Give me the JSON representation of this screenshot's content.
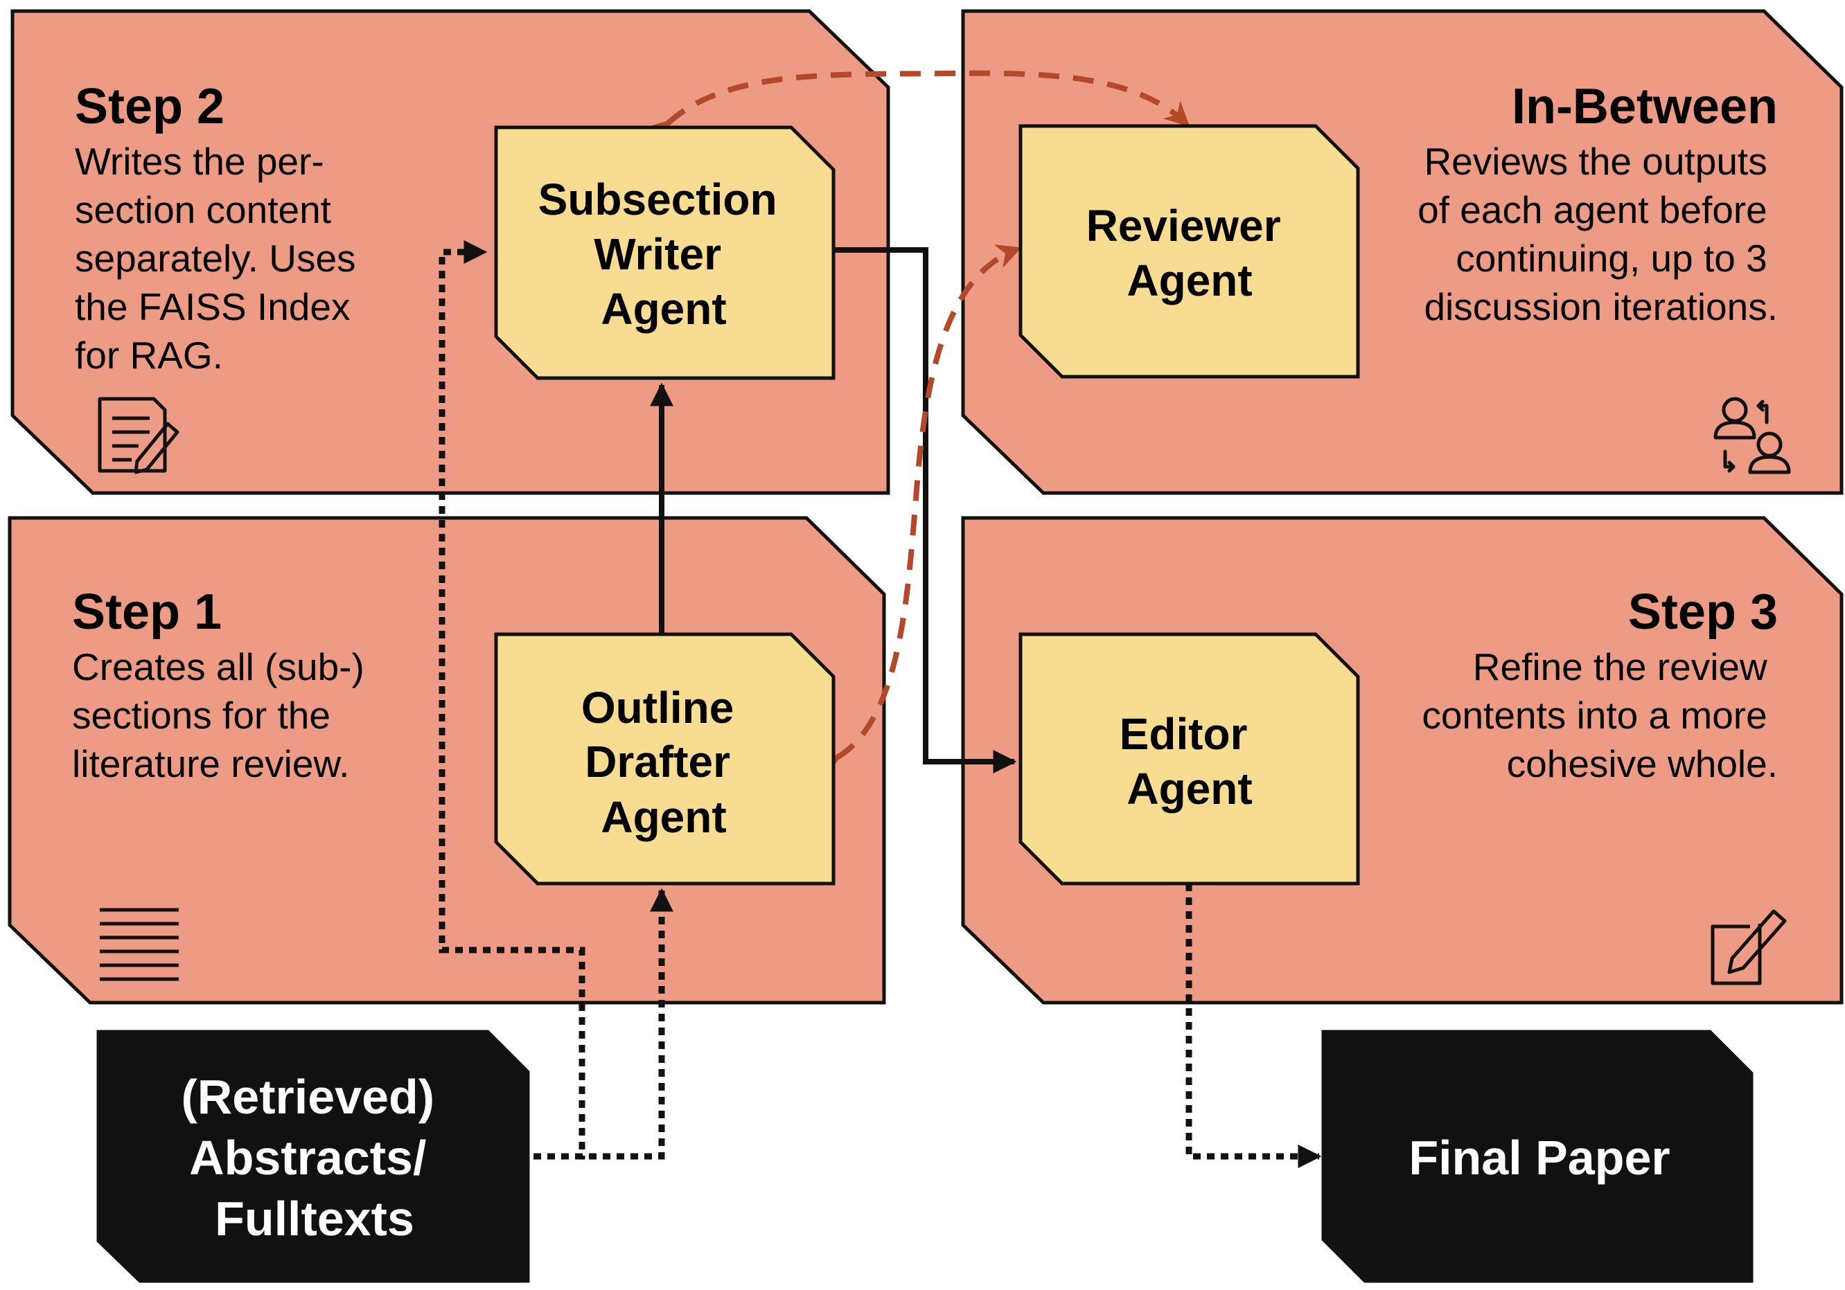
{
  "colors": {
    "panel_fill": "#ee9b86",
    "agent_fill": "#f8dc92",
    "io_fill": "#111111",
    "feedback_arrow": "#b3492a",
    "stroke": "#111111"
  },
  "panels": {
    "step2": {
      "title": "Step 2",
      "lines": [
        "Writes the per-",
        "section content",
        "separately. Uses",
        "the FAISS Index",
        "for RAG."
      ],
      "icon": "document-edit-icon"
    },
    "in_between": {
      "title": "In-Between",
      "lines": [
        "Reviews the outputs",
        "of each agent before",
        "continuing, up to 3",
        "discussion iterations."
      ],
      "icon": "people-exchange-icon"
    },
    "step1": {
      "title": "Step 1",
      "lines": [
        "Creates all (sub-)",
        "sections for the",
        "literature review."
      ],
      "icon": "text-lines-icon"
    },
    "step3": {
      "title": "Step 3",
      "lines": [
        "Refine the review",
        "contents into a more",
        "cohesive whole."
      ],
      "icon": "edit-square-icon"
    }
  },
  "agents": {
    "subsection_writer": {
      "lines": [
        "Subsection",
        "Writer",
        "Agent"
      ]
    },
    "reviewer": {
      "lines": [
        "Reviewer",
        "Agent"
      ]
    },
    "outline_drafter": {
      "lines": [
        "Outline",
        "Drafter",
        "Agent"
      ]
    },
    "editor": {
      "lines": [
        "Editor",
        "Agent"
      ]
    }
  },
  "io": {
    "input": {
      "lines": [
        "(Retrieved)",
        "Abstracts/",
        "Fulltexts"
      ]
    },
    "output": {
      "lines": [
        "Final Paper"
      ]
    }
  }
}
